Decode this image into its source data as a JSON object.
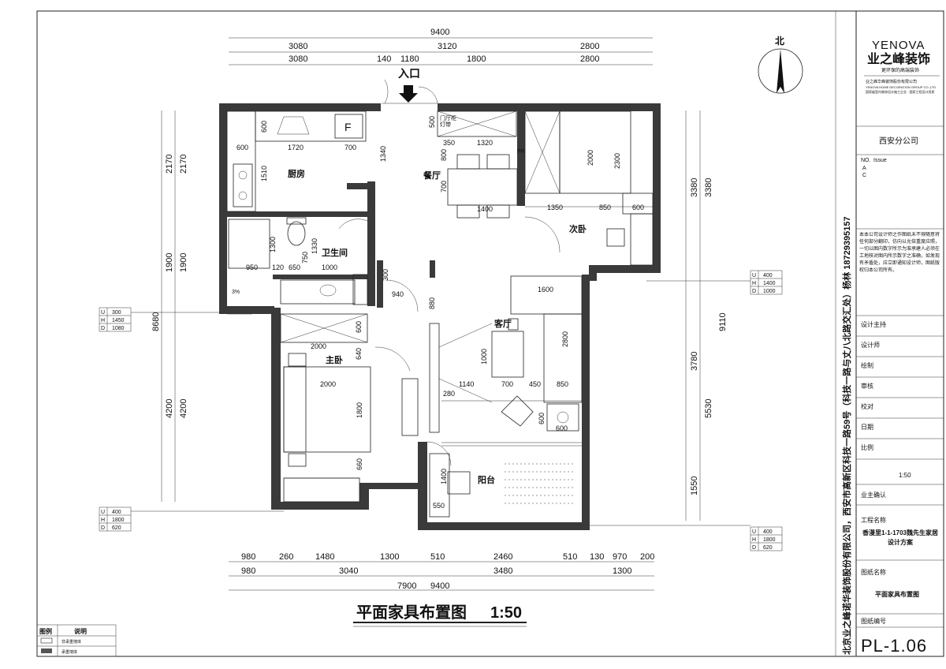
{
  "title": "平面家具布置图",
  "scale_label": "1:50",
  "north_label": "北",
  "entrance_label": "入口",
  "rooms": {
    "kitchen": "厨房",
    "dining": "餐厅",
    "second_bedroom": "次卧",
    "bathroom": "卫生间",
    "living": "客厅",
    "master_bedroom": "主卧",
    "balcony": "阳台"
  },
  "fridge_mark": "F",
  "shoe_cabinet": "门厅柜",
  "shoe_cabinet2": "灯带",
  "pr_mark": "PR",
  "floor_mark": "3%",
  "dims": {
    "top1": [
      "3080",
      "3120",
      "2800"
    ],
    "top2": [
      "3080",
      "140",
      "1180",
      "1800",
      "2800"
    ],
    "top_total": "9400",
    "bottom1": [
      "980",
      "260",
      "1480",
      "1300",
      "510",
      "2460",
      "510",
      "130",
      "970",
      "200"
    ],
    "bottom2": [
      "980",
      "3040",
      "3480",
      "1300"
    ],
    "bottom_total_a": "7900",
    "bottom_total_b": "9400",
    "left_a": [
      "2170",
      "1900",
      "4200"
    ],
    "left_b": [
      "2170",
      "1900",
      "4200"
    ],
    "left_total": "8680",
    "right_a": [
      "3380",
      "3780",
      "1550"
    ],
    "right_b": [
      "3380",
      "5530"
    ],
    "right_total": "9110",
    "interior": [
      "600",
      "1720",
      "700",
      "600",
      "1510",
      "1340",
      "500",
      "350",
      "1320",
      "800",
      "700",
      "1400",
      "2000",
      "2300",
      "1350",
      "850",
      "600",
      "1300",
      "1330",
      "750",
      "950",
      "120",
      "650",
      "1000",
      "300",
      "940",
      "880",
      "1600",
      "2800",
      "1000",
      "2000",
      "640",
      "600",
      "1140",
      "700",
      "450",
      "850",
      "280",
      "2000",
      "1800",
      "600",
      "600",
      "660",
      "1400",
      "550"
    ]
  },
  "tags": [
    {
      "U": "300",
      "H": "1450",
      "D": "1080"
    },
    {
      "U": "400",
      "H": "1400",
      "D": "1000"
    },
    {
      "U": "400",
      "H": "1800",
      "D": "620"
    },
    {
      "U": "400",
      "H": "1800",
      "D": "620"
    }
  ],
  "tag_keys": {
    "u": "U",
    "h": "H",
    "d": "D"
  },
  "legend": {
    "header_a": "图例",
    "header_b": "说明",
    "row1": "非承重墙体",
    "row2": "承重墙体"
  },
  "title_block": {
    "brand": "YENOVA",
    "brand_cn": "业之峰装饰",
    "slogan": "更环保的高端装饰",
    "company_line": "业之峰华峰装饰股份有限公司",
    "company_line2": "YENOVA HOME DECORATION GROUP CO.,LTD",
    "company_line3": "国家级室内装饰设计施工企业 · 国家工程设计资质",
    "branch": "西安分公司",
    "issue_no": "NO.",
    "issue": "Issue",
    "issue_a": "A",
    "issue_c": "C",
    "notice": "本本公司设计师之作图纸未不得随意将任何部分翻印，仿向以允倍重度应照，一切以图内数字所示为准承建人必须在工地核对图内所示数字之准确，如发现有矛盾处，应立即通知设计师，图纸版权归本公司所有。",
    "vertical_text": "北京业之峰诺华装饰股份有限公司，西安市高新区科技一路59号（科技一路与丈八北路交汇处）杨林 18729395157",
    "fields": [
      "设计主持",
      "设计师",
      "绘制",
      "审核",
      "校对",
      "日期",
      "比例",
      "业主确认",
      "工程名称",
      "图纸名称",
      "图纸编号"
    ],
    "scale_value": "1:50",
    "project_name": "香漫里1-1-1703魏先生家居设计方案",
    "drawing_name": "平面家具布置图",
    "drawing_no": "PL-1.06"
  },
  "colors": {
    "wall": "#3a3a3a",
    "line": "#222222",
    "paper": "#ffffff"
  }
}
